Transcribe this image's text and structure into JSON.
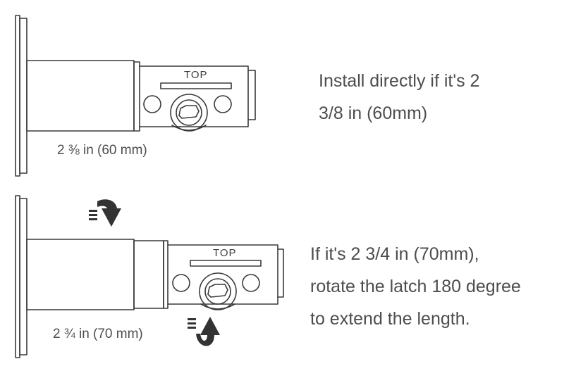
{
  "diagram": {
    "option_60mm": {
      "latch_label": "TOP",
      "measurement": "2 ⅜ in (60 mm)",
      "instruction_lines": [
        "Install directly if it's 2",
        "3/8 in (60mm)"
      ]
    },
    "option_70mm": {
      "latch_label": "TOP",
      "measurement": "2 ¾ in  (70 mm)",
      "instruction_lines": [
        "If it's 2 3/4 in (70mm),",
        "rotate the latch 180 degree",
        "to extend the length."
      ]
    },
    "icons": [
      "rotate-arrow-down-icon",
      "rotate-arrow-up-icon"
    ],
    "colors": {
      "line": "#3a3a3a",
      "text": "#4d4d4d",
      "arrow": "#333333"
    }
  }
}
